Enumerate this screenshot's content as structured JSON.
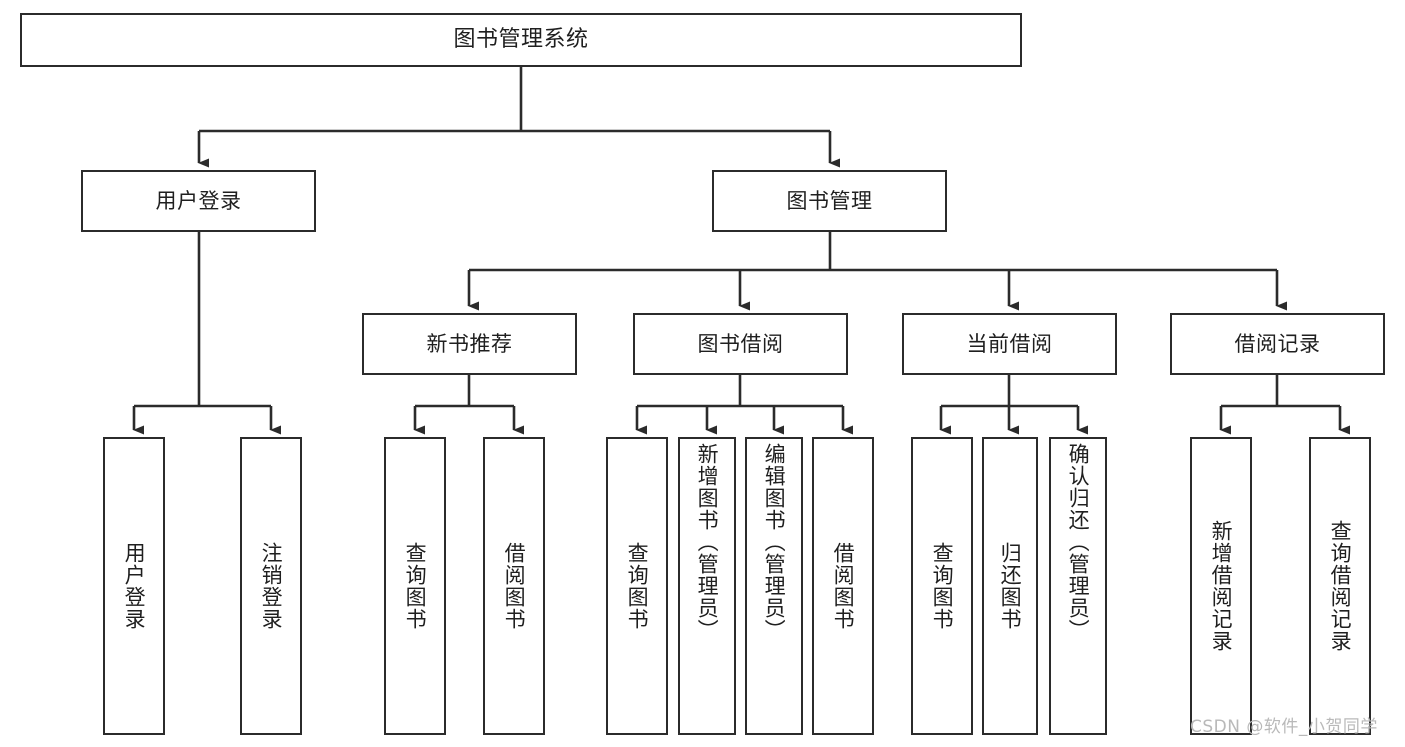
{
  "diagram": {
    "title": "图书管理系统",
    "type": "function-structure-tree",
    "colors": {
      "box_border": "#2b2b2b",
      "box_fill": "#ffffff",
      "connector": "#2b2b2b",
      "background": "#ffffff",
      "watermark": "#b9b9b9"
    },
    "nodes": {
      "root": {
        "label": "图书管理系统"
      },
      "level2": [
        {
          "id": "user-login",
          "label": "用户登录"
        },
        {
          "id": "book-manage",
          "label": "图书管理"
        }
      ],
      "level3": [
        {
          "id": "new-book-recommend",
          "label": "新书推荐"
        },
        {
          "id": "book-borrow",
          "label": "图书借阅"
        },
        {
          "id": "current-borrow",
          "label": "当前借阅"
        },
        {
          "id": "borrow-record",
          "label": "借阅记录"
        }
      ],
      "leaves": {
        "user_login": [
          {
            "id": "leaf-user-login",
            "label": "用户登录"
          },
          {
            "id": "leaf-logout-login",
            "label": "注销登录"
          }
        ],
        "new_book_recommend": [
          {
            "id": "leaf-query-book-1",
            "label": "查询图书"
          },
          {
            "id": "leaf-borrow-book-1",
            "label": "借阅图书"
          }
        ],
        "book_borrow": [
          {
            "id": "leaf-query-book-2",
            "label": "查询图书"
          },
          {
            "id": "leaf-add-book",
            "label": "新增图书（管理员）"
          },
          {
            "id": "leaf-edit-book",
            "label": "编辑图书（管理员）"
          },
          {
            "id": "leaf-borrow-book-2",
            "label": "借阅图书"
          }
        ],
        "current_borrow": [
          {
            "id": "leaf-query-book-3",
            "label": "查询图书"
          },
          {
            "id": "leaf-return-book",
            "label": "归还图书"
          },
          {
            "id": "leaf-confirm-return",
            "label": "确认归还（管理员）"
          }
        ],
        "borrow_record": [
          {
            "id": "leaf-add-record",
            "label": "新增借阅记录"
          },
          {
            "id": "leaf-query-record",
            "label": "查询借阅记录"
          }
        ]
      }
    }
  },
  "watermark": {
    "text": "CSDN @软件_小贺同学"
  }
}
